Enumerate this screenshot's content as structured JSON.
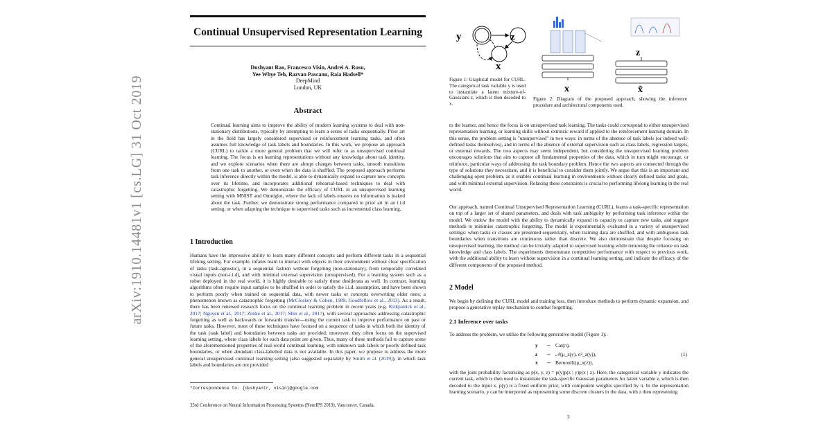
{
  "arxiv_stamp": "arXiv:1910.14481v1  [cs.LG]  31 Oct 2019",
  "page1": {
    "title": "Continual Unsupervised Representation Learning",
    "authors_line1": "Dushyant Rao, Francesco Visin, Andrei A. Rusu,",
    "authors_line2": "Yee Whye Teh, Razvan Pascanu, Raia Hadsell*",
    "affiliation": "DeepMind",
    "location": "London, UK",
    "abstract_title": "Abstract",
    "abstract_text": "Continual learning aims to improve the ability of modern learning systems to deal with non-stationary distributions, typically by attempting to learn a series of tasks sequentially. Prior art in the field has largely considered supervised or reinforcement learning tasks, and often assumes full knowledge of task labels and boundaries. In this work, we propose an approach (CURL) to tackle a more general problem that we will refer to as unsupervised continual learning. The focus is on learning representations without any knowledge about task identity, and we explore scenarios when there are abrupt changes between tasks, smooth transitions from one task to another, or even when the data is shuffled. The proposed approach performs task inference directly within the model, is able to dynamically expand to capture new concepts over its lifetime, and incorporates additional rehearsal-based techniques to deal with catastrophic forgetting. We demonstrate the efficacy of CURL in an unsupervised learning setting with MNIST and Omniglot, where the lack of labels ensures no information is leaked about the task. Further, we demonstrate strong performance compared to prior art in an i.i.d setting, or when adapting the technique to supervised tasks such as incremental class learning.",
    "section1_title": "1    Introduction",
    "intro_text_1": "Humans have the impressive ability to learn many different concepts and perform different tasks in a sequential lifelong setting. For example, infants learn to interact with objects in their environment without clear specification of tasks (task-agnostic), in a sequential fashion without forgetting (non-stationary), from temporally correlated visual inputs (non-i.i.d), and with minimal external supervision (unsupervised). For a learning system such as a robot deployed in the real world, it is highly desirable to satisfy these desiderata as well. In contrast, learning algorithms often require input samples to be shuffled in order to satisfy the i.i.d. assumption, and have been shown to perform poorly when trained on sequential data, with newer tasks or concepts overwriting older ones; a phenomenon known as catastrophic forgetting",
    "intro_cite_1": "(McCloskey & Cohen, 1989; Goodfellow et al., 2013)",
    "intro_text_2": ". As a result, there has been renewed research focus on the continual learning problem in recent years (e.g.",
    "intro_cite_2": "Kirkpatrick et al., 2017; Nguyen et al., 2017; Zenke et al., 2017; Shin et al., 2017",
    "intro_text_3": "), with several approaches addressing catastrophic forgetting as well as backwards or forwards transfer—using the current task to improve performance on past or future tasks. However, most of these techniques have focused on a sequence of tasks in which both the identity of the task (task label) and boundaries between tasks are provided; moreover, they often focus on the supervised learning setting, where class labels for each data point are given. Thus, many of these methods fail to capture some of the aforementioned properties of real-world continual learning, with unknown task labels or poorly defined task boundaries, or when abundant class-labelled data is not available. In this paper, we propose to address the more general unsupervised continual learning setting (also suggested separately by",
    "intro_cite_3": "Smith et al. (2019)",
    "intro_text_4": "), in which task labels and boundaries are not provided",
    "footnote": "*Correspondence to: {dushyantr, visin}@google.com",
    "conference": "33rd Conference on Neural Information Processing Systems (NeurIPS 2019), Vancouver, Canada."
  },
  "page2": {
    "fig1": {
      "nodes": [
        "y",
        "z",
        "x"
      ],
      "caption": "Figure 1: Graphical model for CURL. The categorical task variable y is used to instantiate a latent mixture-of-Gaussians z, which is then decoded to x."
    },
    "fig2": {
      "label_x": "x",
      "label_xhat": "x̂",
      "label_z": "z",
      "caption": "Figure 2: Diagram of the proposed approach, showing the inference procedure and architectural components used."
    },
    "para_1": "to the learner, and hence the focus is on unsupervised task learning. The tasks could correspond to either unsupervised representation learning, or learning skills without extrinsic reward if applied to the reinforcement learning domain. In this sense, the problem setting is \"unsupervised\" in two ways: in terms of the absence of task labels (or indeed well-defined tasks themselves), and in terms of the absence of external supervision such as class labels, regression targets, or external rewards. The two aspects may seem independent, but considering the unsupervised learning problem encourages solutions that aim to capture all fundamental properties of the data, which in turn might encourage, or reinforce, particular ways of addressing the task boundary problem. Hence the two aspects are connected through the type of solutions they necessitate, and it is beneficial to consider them jointly. We argue that this is an important and challenging open problem, as it enables continual learning in environments without clearly defined tasks and goals, and with minimal external supervision. Relaxing these constraints is crucial to performing lifelong learning in the real world.",
    "para_2": "Our approach, named Continual Unsupervised Representation Learning (CURL), learns a task-specific representation on top of a larger set of shared parameters, and deals with task ambiguity by performing task inference within the model. We endow the model with the ability to dynamically expand its capacity to capture new tasks, and suggest methods to minimise catastrophic forgetting. The model is experimentally evaluated in a variety of unsupervised settings: when tasks or classes are presented sequentially, when training data are shuffled, and with ambiguous task boundaries when transitions are continuous rather than discrete. We also demonstrate that despite focusing on unsupervised learning, the method can be trivially adapted to supervised learning while removing the reliance on task knowledge and class labels. The experiments demonstrate competitive performance with respect to previous work, with the additional ability to learn without supervision in a continual learning setting, and indicate the efficacy of the different components of the proposed method.",
    "section2_title": "2    Model",
    "model_text": "We begin by defining the CURL model and training loss, then introduce methods to perform dynamic expansion, and propose a generative replay mechanism to combat forgetting.",
    "subsection_title": "2.1    Inference over tasks",
    "inference_text": "To address the problem, we utilise the following generative model (Figure 1):",
    "equations": [
      {
        "lhs": "y",
        "sim": "∼",
        "rhs": "Cat(π),"
      },
      {
        "lhs": "z",
        "sim": "∼",
        "rhs": "𝒩(μ_z(y), σ²_z(y)),"
      },
      {
        "lhs": "x",
        "sim": "∼",
        "rhs": "Bernoulli(μ_x(z)),"
      }
    ],
    "equation_number": "(1)",
    "post_eq_text": "with the joint probability factorising as p(x, y, z) = p(y)p(z | y)p(x | z). Here, the categorical variable y indicates the current task, which is then used to instantiate the task-specific Gaussian parameters for latent variable z, which is then decoded to the input x. p(y) is a fixed uniform prior, with component weights specified by π. In the representation learning scenario, y can be interpreted as representing some discrete clusters in the data, with z then representing",
    "page_number": "2"
  }
}
